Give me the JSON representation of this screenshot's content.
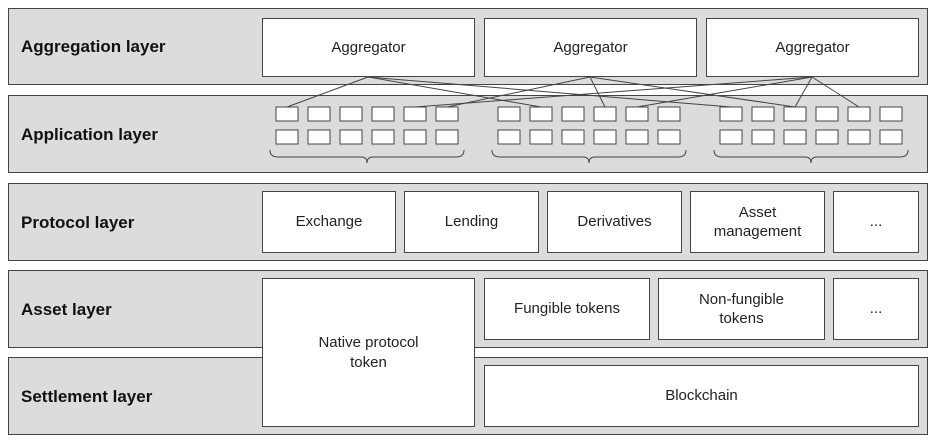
{
  "layers": [
    {
      "label": "Aggregation layer"
    },
    {
      "label": "Application layer"
    },
    {
      "label": "Protocol layer"
    },
    {
      "label": "Asset layer"
    },
    {
      "label": "Settlement layer"
    }
  ],
  "aggregation": {
    "aggregators": [
      "Aggregator",
      "Aggregator",
      "Aggregator"
    ]
  },
  "protocol": {
    "boxes": [
      "Exchange",
      "Lending",
      "Derivatives",
      "Asset\nmanagement",
      "..."
    ]
  },
  "asset": {
    "native_token": "Native protocol\ntoken",
    "boxes": [
      "Fungible tokens",
      "Non-fungible\ntokens",
      "..."
    ]
  },
  "settlement": {
    "blockchain": "Blockchain"
  },
  "application": {
    "groups": 3,
    "rows_per_group": 2,
    "apps_per_row": 6
  }
}
